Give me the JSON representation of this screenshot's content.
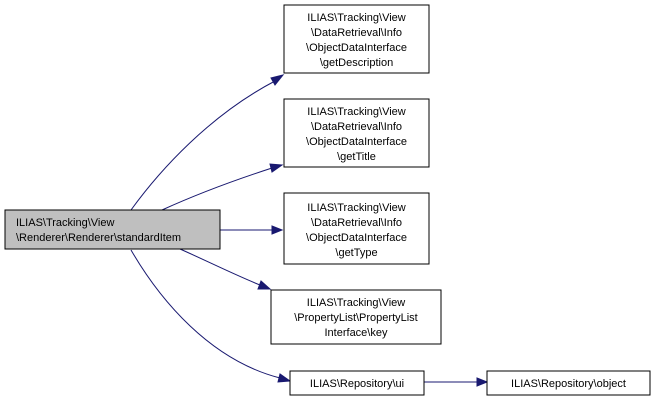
{
  "graph": {
    "colors": {
      "edge": "#191970",
      "node_border": "#000000",
      "node_fill": "#ffffff",
      "root_fill": "#bfbfbf"
    },
    "nodes": {
      "standard_item": {
        "lines": [
          "ILIAS\\Tracking\\View",
          "\\Renderer\\Renderer\\standardItem"
        ],
        "highlighted": true
      },
      "get_description": {
        "lines": [
          "ILIAS\\Tracking\\View",
          "\\DataRetrieval\\Info",
          "\\ObjectDataInterface",
          "\\getDescription"
        ]
      },
      "get_title": {
        "lines": [
          "ILIAS\\Tracking\\View",
          "\\DataRetrieval\\Info",
          "\\ObjectDataInterface",
          "\\getTitle"
        ]
      },
      "get_type": {
        "lines": [
          "ILIAS\\Tracking\\View",
          "\\DataRetrieval\\Info",
          "\\ObjectDataInterface",
          "\\getType"
        ]
      },
      "key": {
        "lines": [
          "ILIAS\\Tracking\\View",
          "\\PropertyList\\PropertyList",
          "Interface\\key"
        ]
      },
      "ui": {
        "lines": [
          "ILIAS\\Repository\\ui"
        ]
      },
      "object": {
        "lines": [
          "ILIAS\\Repository\\object"
        ]
      }
    },
    "edges": [
      {
        "from": "standard_item",
        "to": "get_description"
      },
      {
        "from": "standard_item",
        "to": "get_title"
      },
      {
        "from": "standard_item",
        "to": "get_type"
      },
      {
        "from": "standard_item",
        "to": "key"
      },
      {
        "from": "standard_item",
        "to": "ui"
      },
      {
        "from": "ui",
        "to": "object"
      }
    ]
  }
}
